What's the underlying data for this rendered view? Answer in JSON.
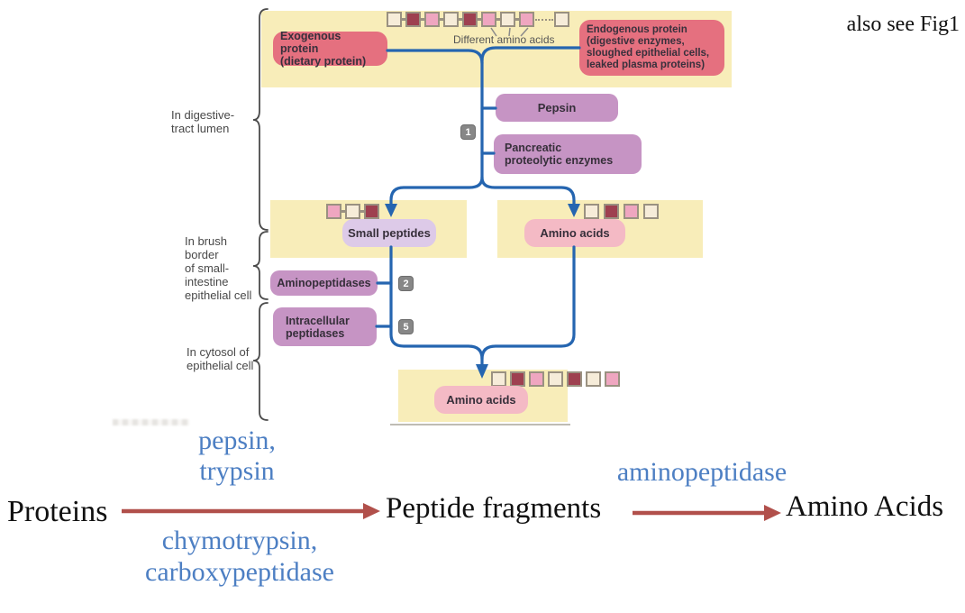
{
  "colors": {
    "yellow_bg": "#f8edb9",
    "red_box": "#e5707f",
    "purple_box": "#c694c4",
    "lavender_box": "#ddcae8",
    "pink_box": "#f4bac5",
    "square_cream": "#f6ecd9",
    "square_maroon": "#9e4050",
    "square_pink": "#efa6c0",
    "flow_line_blue": "#2565b0",
    "arrow_red": "#b1504b",
    "enzyme_text_blue": "#4d7fc3",
    "badge_gray": "#878787"
  },
  "top_right_note": "also see Fig1",
  "diagram": {
    "different_amino_acids_label": "Different amino acids",
    "exogenous_box": "Exogenous protein\n(dietary protein)",
    "endogenous_box": "Endogenous protein\n(digestive enzymes,\nsloughed epithelial cells,\nleaked plasma proteins)",
    "pepsin_box": "Pepsin",
    "pancreatic_box": "Pancreatic\nproteolytic enzymes",
    "small_peptides_box": "Small peptides",
    "amino_acids_mid_box": "Amino acids",
    "aminopeptidases_box": "Aminopeptidases",
    "intracellular_box": "Intracellular\npeptidases",
    "amino_acids_bottom_box": "Amino acids",
    "step_badges": {
      "lumen": "1",
      "brush_border": "2",
      "cytosol": "5"
    },
    "region_labels": [
      "In digestive-\ntract lumen",
      "In brush\nborder\nof small-\nintestine\nepithelial cell",
      "In cytosol of\nepithelial cell"
    ],
    "amino_acid_chains": {
      "top": [
        "cream",
        "maroon",
        "pink",
        "cream",
        "maroon",
        "pink",
        "cream",
        "pink",
        "dots",
        "cream"
      ],
      "small_peptide": [
        "pink",
        "cream",
        "maroon"
      ],
      "free_amino_right": [
        "cream",
        "maroon",
        "pink",
        "cream"
      ],
      "free_amino_bottom": [
        "cream",
        "maroon",
        "pink",
        "cream",
        "maroon",
        "cream",
        "pink"
      ]
    }
  },
  "flow": {
    "node1": "Proteins",
    "arrow1_enzymes_above": "pepsin,\ntrypsin",
    "arrow1_enzymes_below": "chymotrypsin,\ncarboxypeptidase",
    "node2": "Peptide fragments",
    "arrow2_enzyme_above": "aminopeptidase",
    "node3": "Amino Acids"
  }
}
